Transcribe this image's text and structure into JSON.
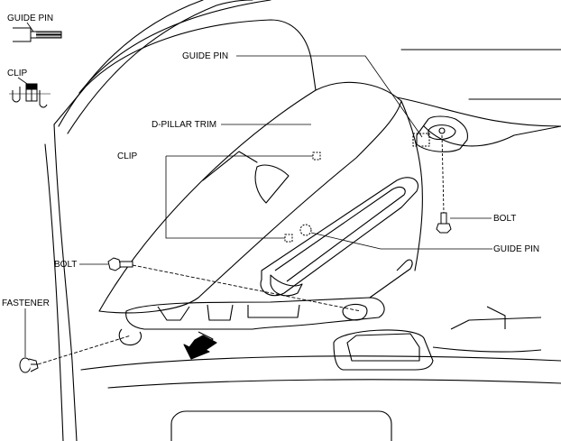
{
  "labels": {
    "guide_pin_legend": "GUIDE PIN",
    "clip_legend": "CLIP",
    "guide_pin_top": "GUIDE PIN",
    "d_pillar_trim": "D-PILLAR TRIM",
    "clip_main": "CLIP",
    "bolt_right": "BOLT",
    "guide_pin_right": "GUIDE PIN",
    "bolt_left": "BOLT",
    "fastener": "FASTENER"
  },
  "colors": {
    "line": "#000000",
    "background": "#ffffff"
  }
}
